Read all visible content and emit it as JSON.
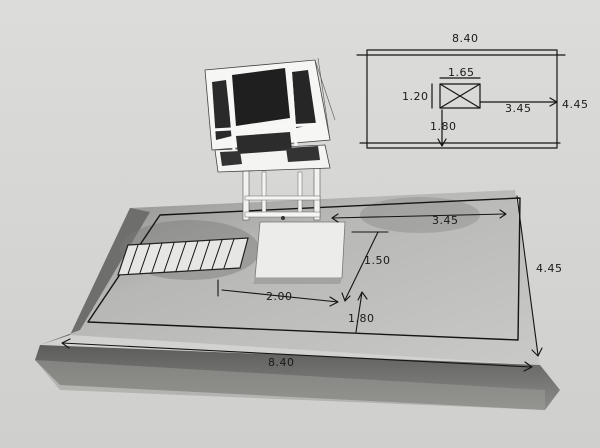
{
  "sketch": {
    "top_width": "8.40",
    "top_height": "4.45",
    "top_inner_width": "1.65",
    "top_inner_height": "1.20",
    "top_offset_right": "3.45",
    "top_offset_bottom": "1.80"
  },
  "model": {
    "base_width": "8.40",
    "base_depth": "4.45",
    "offset_right": "3.45",
    "pavilion_depth": "1.50",
    "pavilion_width": "2.00",
    "offset_front": "1.80"
  }
}
